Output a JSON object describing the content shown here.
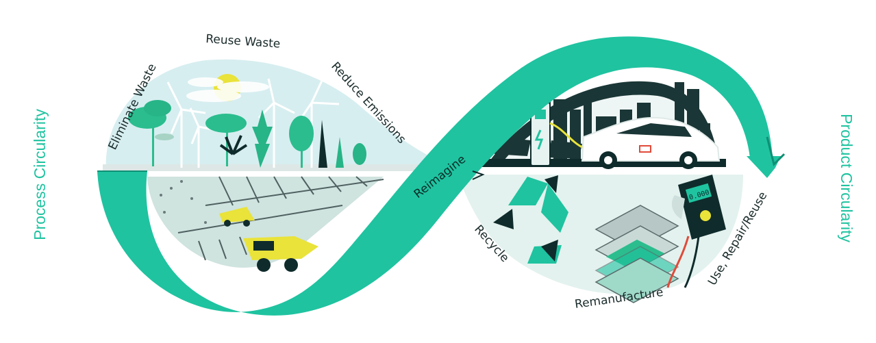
{
  "side_labels": {
    "left": "Process Circularity",
    "right": "Product Circularity"
  },
  "stages": {
    "eliminate_waste": "Eliminate Waste",
    "reuse_waste": "Reuse Waste",
    "reduce_emissions": "Reduce Emissions",
    "reimagine": "Reimagine",
    "use_repair_reuse": "Use, Repair/Reuse",
    "remanufacture": "Remanufacture",
    "recycle": "Recycle"
  },
  "multimeter": {
    "display": "0.000"
  },
  "icons": {
    "loop": "infinity-loop-arrow",
    "recycle": "recycle-icon",
    "charger": "ev-charger-icon",
    "car": "electric-car-icon",
    "truck": "mining-truck-icon",
    "multimeter": "multimeter-icon",
    "phone": "phone-layers-icon"
  },
  "colors": {
    "band": "#1fc3a0",
    "band_edge": "#0f8f74",
    "text_accent": "#1fc3a0",
    "dark": "#0f2b2b",
    "sky": "#d7eef0",
    "pale_bg": "#dff1ec",
    "yellow": "#e9e33a"
  }
}
